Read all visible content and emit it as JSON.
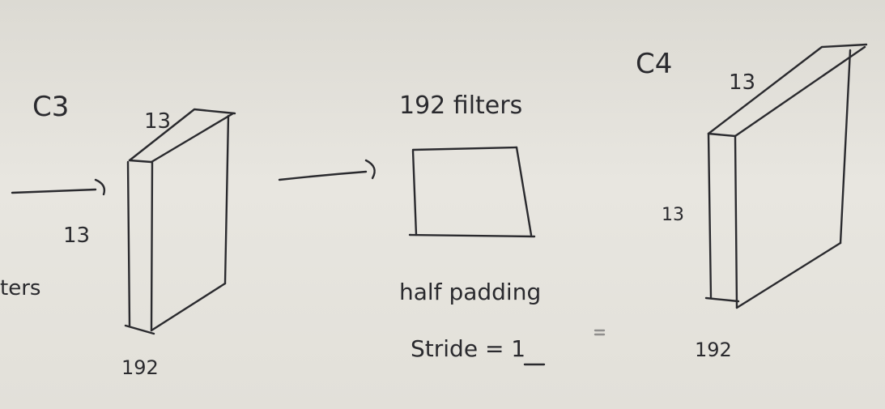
{
  "labels": {
    "partial_word": "ters",
    "c3": "C3",
    "c3_top": "13",
    "c3_side": "13",
    "c3_bottom": "192",
    "filters": "192 filters",
    "half_padding": "half padding",
    "stride": "Stride = 1",
    "c4": "C4",
    "c4_top": "13",
    "c4_side": "13",
    "c4_bottom": "192"
  },
  "colors": {
    "ink": "#2a2a2e",
    "board": "#e4e2dc"
  }
}
